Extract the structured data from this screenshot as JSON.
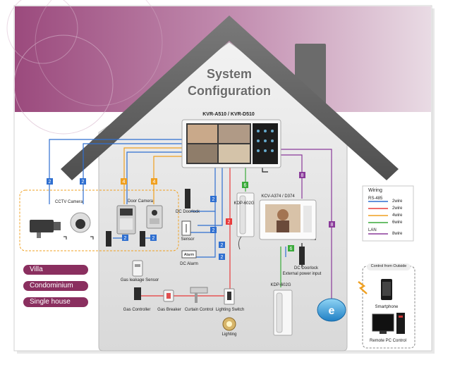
{
  "title_line1": "System",
  "title_line2": "Configuration",
  "main_unit": "KVR-A510 / KVR-D510",
  "sub_unit": "KCV-A374 / D374",
  "kdp_top": "KDP-602G",
  "kdp_bottom": "KDP-602G",
  "cctv_camera": "CCTV Camera",
  "door_camera": "Door Camera",
  "dc_doorlock": "DC Doorlock",
  "sensor": "Sensor",
  "alarm": "Alarm",
  "dc_alarm": "DC Alarm",
  "dc_doorlock_power_1": "DC Doorlock",
  "dc_doorlock_power_2": "External power input",
  "gas_leakage_sensor": "Gas leakage Sensor",
  "gas_controller": "Gas Controller",
  "gas_breaker": "Gas Breaker",
  "curtain_control": "Curtain Control",
  "lighting_switch": "Lighting Switch",
  "lighting": "Lighting",
  "control_from_outside": "Control from Outside",
  "smartphone": "Smartphone",
  "remote_pc": "Remote PC Control",
  "building_types": [
    "Villa",
    "Condominium",
    "Single house"
  ],
  "legend": {
    "title": "Wiring",
    "items": [
      {
        "label": "RS-485",
        "wire": "2wire",
        "color": "#2f6fd0"
      },
      {
        "label": "",
        "wire": "2wire",
        "color": "#e83a3a"
      },
      {
        "label": "",
        "wire": "4wire",
        "color": "#f0a020"
      },
      {
        "label": "",
        "wire": "6wire",
        "color": "#3aaa3a"
      },
      {
        "label": "LAN",
        "wire": "8wire",
        "color": "#8a3a9a"
      }
    ]
  },
  "wire_badges": [
    "2",
    "2",
    "4",
    "4",
    "2",
    "2",
    "2",
    "2",
    "2",
    "2",
    "6",
    "8",
    "8",
    "2",
    "6"
  ]
}
